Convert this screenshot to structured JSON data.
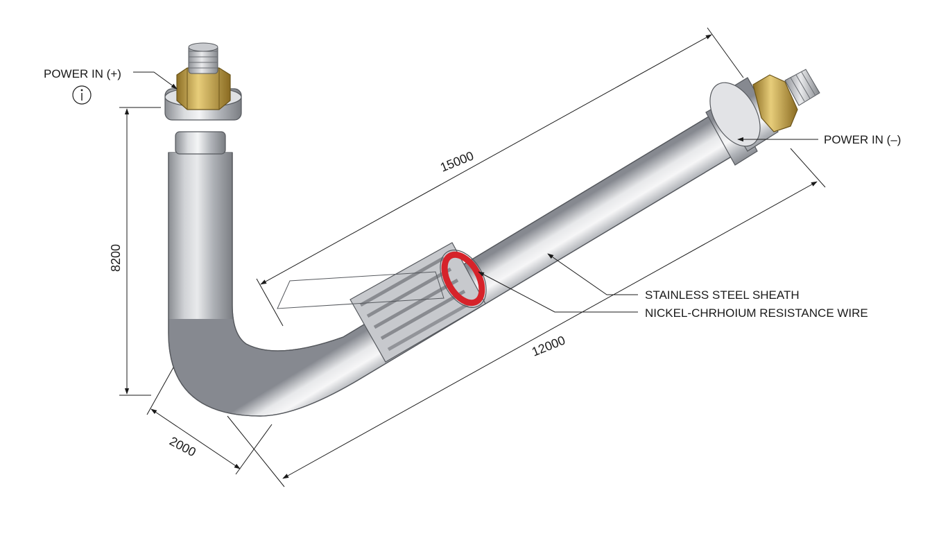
{
  "labels": {
    "power_in_positive": "POWER IN (+)",
    "power_in_negative": "POWER IN (–)",
    "sheath": "STAINLESS STEEL SHEATH",
    "wire": "NICKEL-CHRHOIUM RESISTANCE WIRE"
  },
  "dimensions": {
    "top_length": "15000",
    "bottom_length": "12000",
    "vertical_height": "8200",
    "bend_width": "2000"
  },
  "icons": {
    "info": "info-icon"
  },
  "colors": {
    "steel_light": "#f2f3f5",
    "steel_mid": "#b9bcc1",
    "steel_dark": "#7e8187",
    "brass": "#c9a74a",
    "wire_red": "#d6232a"
  }
}
